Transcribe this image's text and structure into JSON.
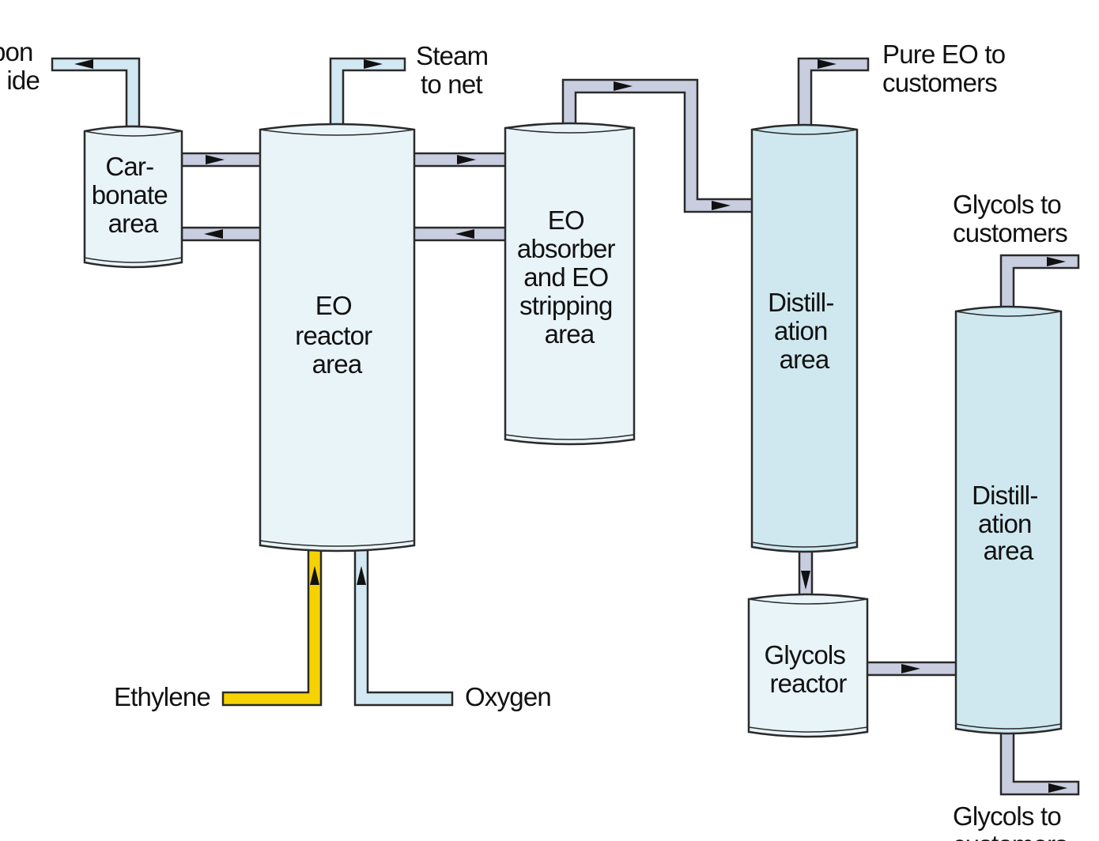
{
  "colors": {
    "vessel_light": "#e9f4f8",
    "vessel_blue": "#cfe8f0",
    "pipe_lavender": "#c9cde0",
    "pipe_lightblue": "#d2e8f2",
    "pipe_ethylene": "#f5d200",
    "outline": "#2a2a2a"
  },
  "vessels": {
    "carbonate": [
      "Car-",
      "bonate",
      "area"
    ],
    "eo_reactor": [
      "EO",
      "reactor",
      "area"
    ],
    "eo_absorber": [
      "EO",
      "absorber",
      "and EO",
      "stripping",
      "area"
    ],
    "distillation_1": [
      "Distill-",
      "ation",
      "area"
    ],
    "glycols_reactor": [
      "Glycols",
      "reactor"
    ],
    "distillation_2": [
      "Distill-",
      "ation",
      "area"
    ]
  },
  "streams": {
    "carbon_dioxide": [
      "bon",
      "ide"
    ],
    "steam": [
      "Steam",
      "to net"
    ],
    "pure_eo": [
      "Pure EO to",
      "customers"
    ],
    "glycols_top": [
      "Glycols to",
      "customers"
    ],
    "glycols_bottom": [
      "Glycols to",
      "customers"
    ],
    "ethylene": "Ethylene",
    "oxygen": "Oxygen"
  }
}
